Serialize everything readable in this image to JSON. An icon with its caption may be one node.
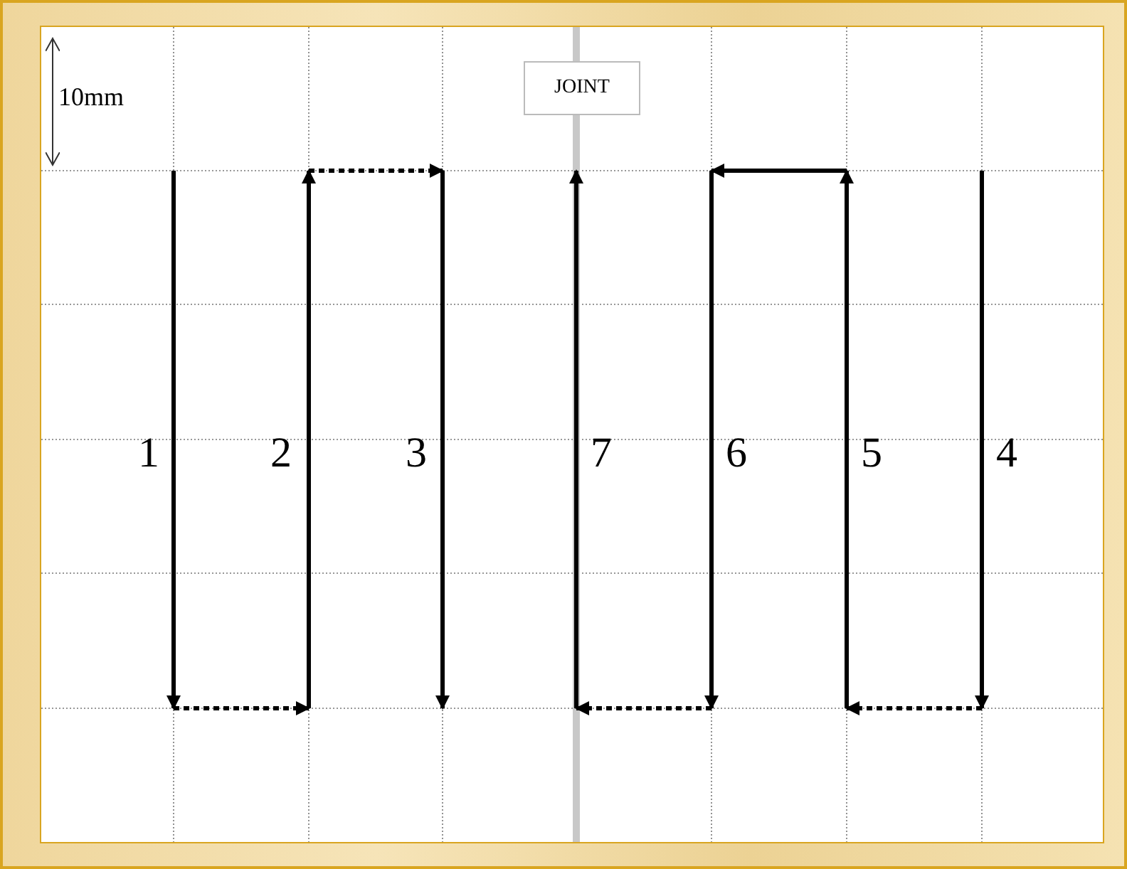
{
  "diagram": {
    "nodes": [
      {
        "text": [
          "JOINT"
        ]
      }
    ],
    "labels": [
      "10mm",
      "1",
      "2",
      "3",
      "7",
      "6",
      "5",
      "4"
    ]
  }
}
